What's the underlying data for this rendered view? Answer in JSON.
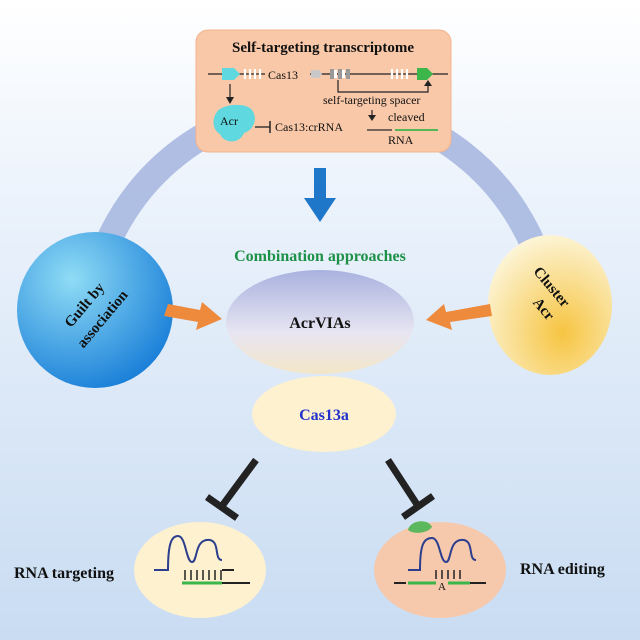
{
  "top_box": {
    "title": "Self-targeting transcriptome",
    "cas13_label": "Cas13",
    "acr_label": "Acr",
    "complex_label": "Cas13:crRNA",
    "spacer_label": "self-targeting spacer",
    "cleaved_label": "cleaved",
    "rna_label": "RNA"
  },
  "combination_label": "Combination approaches",
  "left_node": {
    "line1": "Guilt by",
    "line2": "association"
  },
  "right_node": {
    "line1": "Cluster",
    "line2": "Acr"
  },
  "center_node": {
    "label": "AcrVIAs"
  },
  "cas13a_node": {
    "label": "Cas13a"
  },
  "rna_targeting_label": "RNA targeting",
  "rna_editing_label": "RNA editing",
  "edit_base_label": "A",
  "colors": {
    "box_fill": "#f8c8a8",
    "arc": "#a9b8e0",
    "down_arrow": "#1f77c9",
    "side_arrows": "#ee8a3c",
    "combination_text": "#1e9148",
    "cas13a_text": "#2233cc",
    "cas13a_fill": "#fdf1cf",
    "cyan": "#5fd8e0",
    "green": "#3cb54a"
  }
}
